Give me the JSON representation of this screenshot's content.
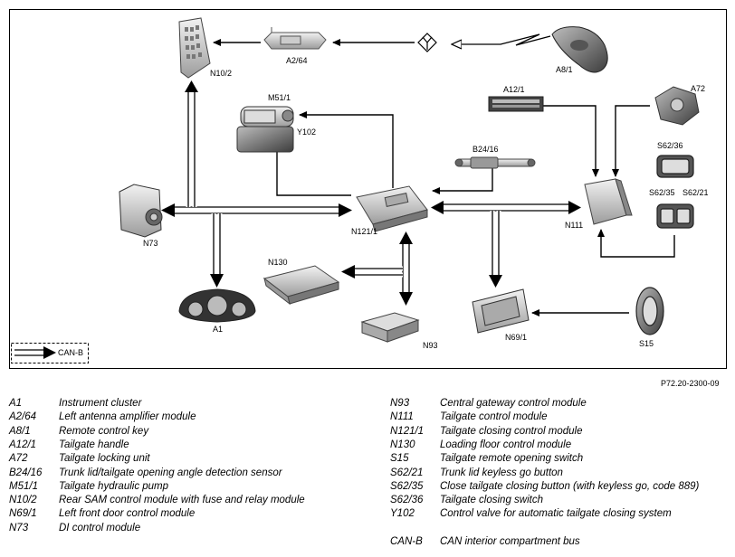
{
  "figure": {
    "reference": "P72.20-2300-09",
    "can_legend_label": "CAN-B",
    "components": {
      "A8_1": "A8/1",
      "A2_64": "A2/64",
      "N10_2": "N10/2",
      "M51_1": "M51/1",
      "Y102": "Y102",
      "B24_16": "B24/16",
      "A12_1": "A12/1",
      "A72": "A72",
      "S62_36": "S62/36",
      "S62_35": "S62/35",
      "S62_21": "S62/21",
      "N111": "N111",
      "N121_1": "N121/1",
      "N73": "N73",
      "N130": "N130",
      "A1": "A1",
      "N93": "N93",
      "N69_1": "N69/1",
      "S15": "S15"
    }
  },
  "legend_left": [
    {
      "code": "A1",
      "desc": "Instrument cluster"
    },
    {
      "code": "A2/64",
      "desc": "Left antenna amplifier module"
    },
    {
      "code": "A8/1",
      "desc": "Remote control key"
    },
    {
      "code": "A12/1",
      "desc": "Tailgate handle"
    },
    {
      "code": "A72",
      "desc": "Tailgate locking unit"
    },
    {
      "code": "B24/16",
      "desc": "Trunk lid/tailgate opening angle detection sensor"
    },
    {
      "code": "M51/1",
      "desc": "Tailgate hydraulic pump"
    },
    {
      "code": "N10/2",
      "desc": "Rear SAM control module with fuse and relay module"
    },
    {
      "code": "N69/1",
      "desc": "Left front door control module"
    },
    {
      "code": "N73",
      "desc": "DI control module"
    }
  ],
  "legend_right": [
    {
      "code": "N93",
      "desc": "Central gateway control module"
    },
    {
      "code": "N111",
      "desc": "Tailgate control module"
    },
    {
      "code": "N121/1",
      "desc": "Tailgate closing control module"
    },
    {
      "code": "N130",
      "desc": "Loading floor control module"
    },
    {
      "code": "S15",
      "desc": "Tailgate remote opening switch"
    },
    {
      "code": "S62/21",
      "desc": "Trunk lid keyless go button"
    },
    {
      "code": "S62/35",
      "desc": "Close tailgate closing button (with keyless go, code 889)"
    },
    {
      "code": "S62/36",
      "desc": "Tailgate closing switch"
    },
    {
      "code": "Y102",
      "desc": "Control valve for automatic tailgate closing system"
    },
    {
      "code": "",
      "desc": ""
    },
    {
      "code": "CAN-B",
      "desc": "CAN interior compartment bus"
    }
  ]
}
